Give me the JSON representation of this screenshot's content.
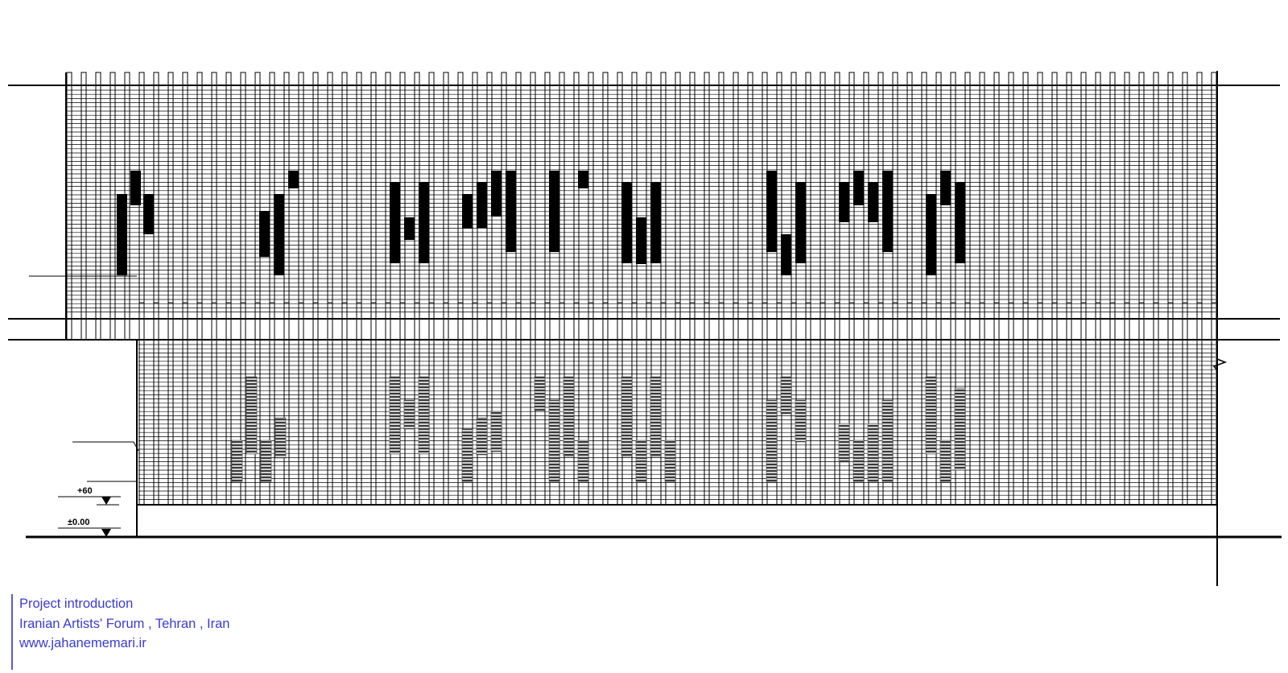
{
  "drawing": {
    "level_marks": [
      "+60",
      "±0.00"
    ],
    "colors": {
      "line": "#000000",
      "pattern_solid": "#000000",
      "pattern_hatch": "#4a4a4a",
      "caption": "#3b3bd6"
    }
  },
  "caption": {
    "line1": "Project introduction",
    "line2": "Iranian Artists' Forum , Tehran , Iran",
    "line3": "www.jahanememari.ir"
  }
}
